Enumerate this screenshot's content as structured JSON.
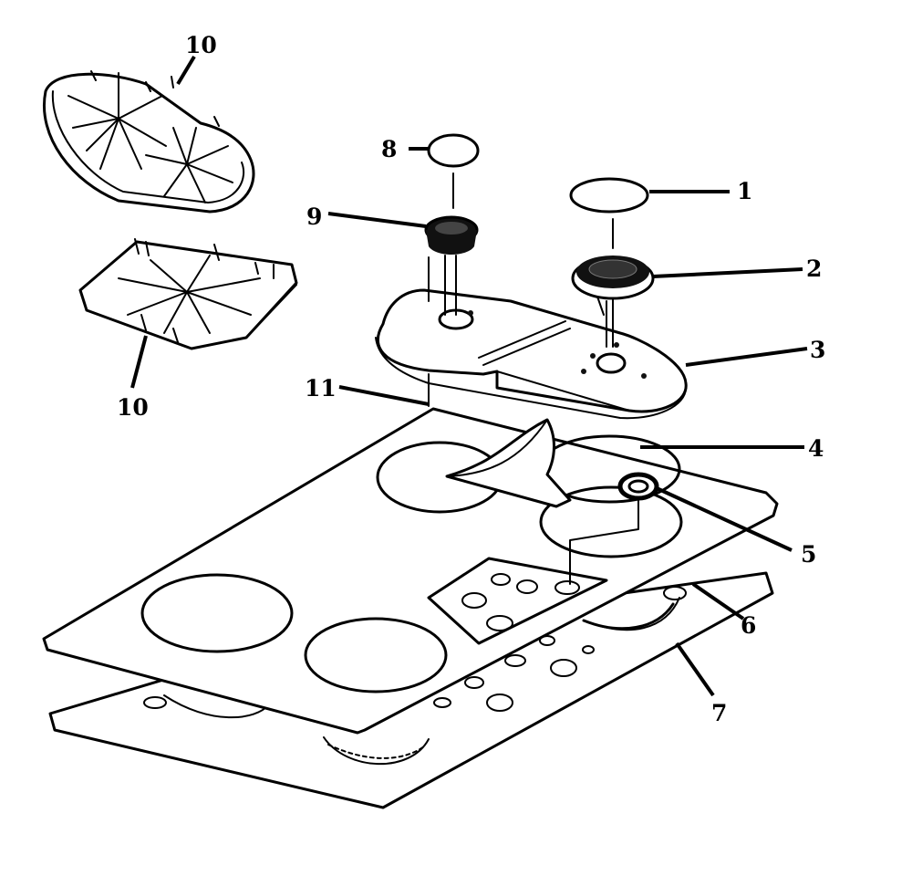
{
  "diagram": {
    "callouts": [
      {
        "id": "1",
        "label": "1"
      },
      {
        "id": "2",
        "label": "2"
      },
      {
        "id": "3",
        "label": "3"
      },
      {
        "id": "4",
        "label": "4"
      },
      {
        "id": "5",
        "label": "5"
      },
      {
        "id": "6",
        "label": "6"
      },
      {
        "id": "7",
        "label": "7"
      },
      {
        "id": "8",
        "label": "8"
      },
      {
        "id": "9",
        "label": "9"
      },
      {
        "id": "10a",
        "label": "10"
      },
      {
        "id": "10b",
        "label": "10"
      },
      {
        "id": "11",
        "label": "11"
      }
    ]
  }
}
